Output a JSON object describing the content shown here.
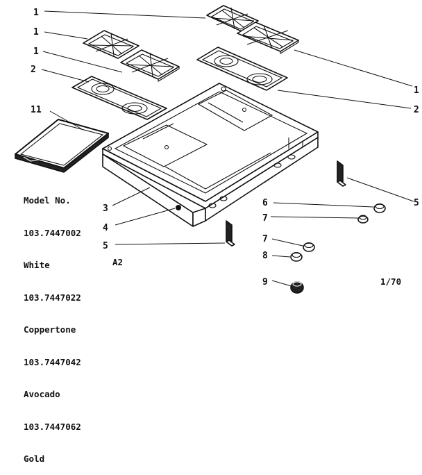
{
  "callouts": {
    "grate_right_top": "1",
    "grate_left_upper": "1",
    "grate_left_lower": "1",
    "grate_right_edge": "1",
    "burner_pan_left": "2",
    "burner_pan_right": "2",
    "panel": "11",
    "frame": "3",
    "clip": "4",
    "bracket_left": "5",
    "bracket_right": "5",
    "knob_a": "6",
    "knob_b": "7",
    "knob_c": "7",
    "knob_d": "8",
    "knob_e": "9"
  },
  "model_info": {
    "heading": "Model No.",
    "lines": [
      "103.7447002",
      "White",
      "103.7447022",
      "Coppertone",
      "103.7447042",
      "Avocado",
      "103.7447062",
      "Gold"
    ]
  },
  "view_code": "A2",
  "date_code": "1/70"
}
